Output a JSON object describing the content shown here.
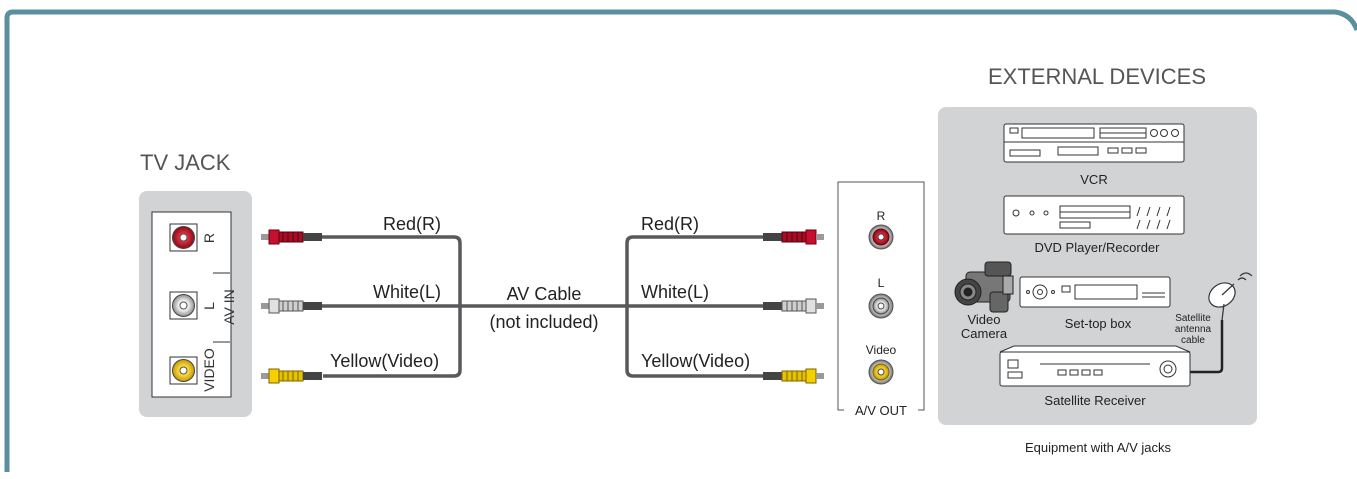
{
  "tv_jack": {
    "title": "TV JACK",
    "group_label": "AV IN",
    "jack_labels": [
      "R",
      "L",
      "VIDEO"
    ]
  },
  "cable": {
    "title": "AV Cable",
    "note": "(not included)",
    "left_labels": [
      "Red(R)",
      "White(L)",
      "Yellow(Video)"
    ],
    "right_labels": [
      "Red(R)",
      "White(L)",
      "Yellow(Video)"
    ]
  },
  "av_out": {
    "title": "A/V OUT",
    "jack_labels": [
      "R",
      "L",
      "Video"
    ]
  },
  "external_devices": {
    "title": "EXTERNAL DEVICES",
    "devices": {
      "vcr": "VCR",
      "dvd": "DVD Player/Recorder",
      "camera_line1": "Video",
      "camera_line2": "Camera",
      "settop": "Set-top box",
      "sat_cable_line1": "Satellite",
      "sat_cable_line2": "antenna",
      "sat_cable_line3": "cable",
      "sat_receiver": "Satellite Receiver"
    },
    "caption": "Equipment with A/V jacks"
  },
  "colors": {
    "frame": "#5a8fa0",
    "panel": "#d1d3d4",
    "cable": "#58595b",
    "red": "#c8102e",
    "white": "#ffffff",
    "yellow": "#f5d000"
  }
}
